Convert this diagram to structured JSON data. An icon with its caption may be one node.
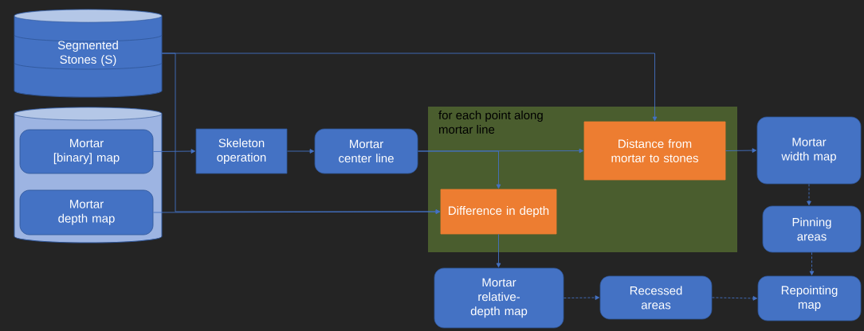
{
  "diagram": {
    "nodes": [
      {
        "text": [
          "Segmented Stones (S)"
        ]
      },
      {
        "text": [],
        "shape": "cylinder"
      },
      {
        "text": [
          "Mortar [binary] map"
        ],
        "in": 1
      },
      {
        "text": [
          "Mortar depth map"
        ],
        "in": 1
      },
      {
        "text": [
          "Skeleton operation"
        ]
      },
      {
        "text": [
          "Mortar center line"
        ]
      },
      {
        "text": [
          "for each point along mortar line"
        ]
      },
      {
        "text": [
          "Distance from mortar to stones"
        ],
        "in": 6
      },
      {
        "text": [
          "Difference in depth"
        ],
        "in": 6
      },
      {
        "text": [
          "Mortar width map"
        ]
      },
      {
        "text": [
          "Pinning areas"
        ]
      },
      {
        "text": [
          "Mortar relative-depth map"
        ]
      },
      {
        "text": [
          "Recessed areas"
        ]
      },
      {
        "text": [
          "Repointing map"
        ]
      }
    ],
    "edges": [
      {
        "from": 0,
        "to": 7,
        "arrow": "to"
      },
      {
        "from": 0,
        "to": 8,
        "arrow": "to"
      },
      {
        "from": 2,
        "to": 4,
        "arrow": "to"
      },
      {
        "from": 3,
        "to": 8,
        "arrow": "to"
      },
      {
        "from": 4,
        "to": 5,
        "arrow": "to"
      },
      {
        "from": 5,
        "to": 7,
        "arrow": "to"
      },
      {
        "from": 5,
        "to": 8,
        "arrow": "to"
      },
      {
        "from": 7,
        "to": 9,
        "arrow": "to"
      },
      {
        "from": 8,
        "to": 11,
        "arrow": "to"
      },
      {
        "from": 9,
        "to": 10,
        "arrow": "to",
        "style": "dashed"
      },
      {
        "from": 10,
        "to": 13,
        "arrow": "to",
        "style": "dashed"
      },
      {
        "from": 11,
        "to": 12,
        "arrow": "to",
        "style": "dashed"
      },
      {
        "from": 12,
        "to": 13,
        "arrow": "to",
        "style": "dashed"
      }
    ]
  }
}
